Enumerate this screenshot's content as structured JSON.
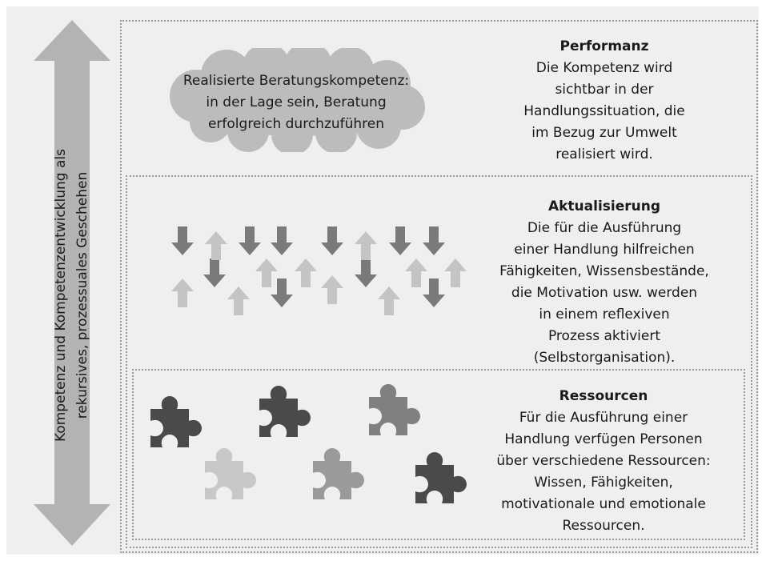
{
  "side_label": {
    "line1": "Kompetenz und Kompetenzentwicklung als",
    "line2": "rekursives, prozessuales Geschehen"
  },
  "cloud": {
    "line1": "Realisierte Beratungskompetenz:",
    "line2": "in der Lage sein, Beratung",
    "line3": "erfolgreich durchzuführen"
  },
  "performanz": {
    "heading": "Performanz",
    "lines": [
      "Die Kompetenz wird",
      "sichtbar in der",
      "Handlungssituation, die",
      "im Bezug zur Umwelt",
      "realisiert wird."
    ]
  },
  "aktualisierung": {
    "heading": "Aktualisierung",
    "lines": [
      "Die für die Ausführung",
      "einer Handlung hilfreichen",
      "Fähigkeiten, Wissensbestände,",
      "die Motivation usw. werden",
      "in einem reflexiven",
      "Prozess aktiviert",
      "(Selbstorganisation)."
    ]
  },
  "ressourcen": {
    "heading": "Ressourcen",
    "lines": [
      "Für die Ausführung einer",
      "Handlung verfügen Personen",
      "über verschiedene Ressourcen:",
      "Wissen, Fähigkeiten,",
      "motivationale und emotionale",
      "Ressourcen."
    ]
  },
  "colors": {
    "panel_bg": "#efefef",
    "frame_dots": "#9a9a9a",
    "side_arrow": "#b3b3b3",
    "cloud": "#bcbcbc",
    "arrow_down": "#7a7a7a",
    "arrow_up": "#c4c4c4",
    "puzzle_dark": "#4a4a4a",
    "puzzle_mid": "#808080",
    "puzzle_light": "#c8c8c8"
  },
  "icons": {
    "side_arrow": "double-headed-vertical-arrow",
    "cloud": "cloud-shape",
    "down_arrow": "down-arrow-icon",
    "up_arrow": "up-arrow-icon",
    "puzzle": "puzzle-piece-icon"
  }
}
